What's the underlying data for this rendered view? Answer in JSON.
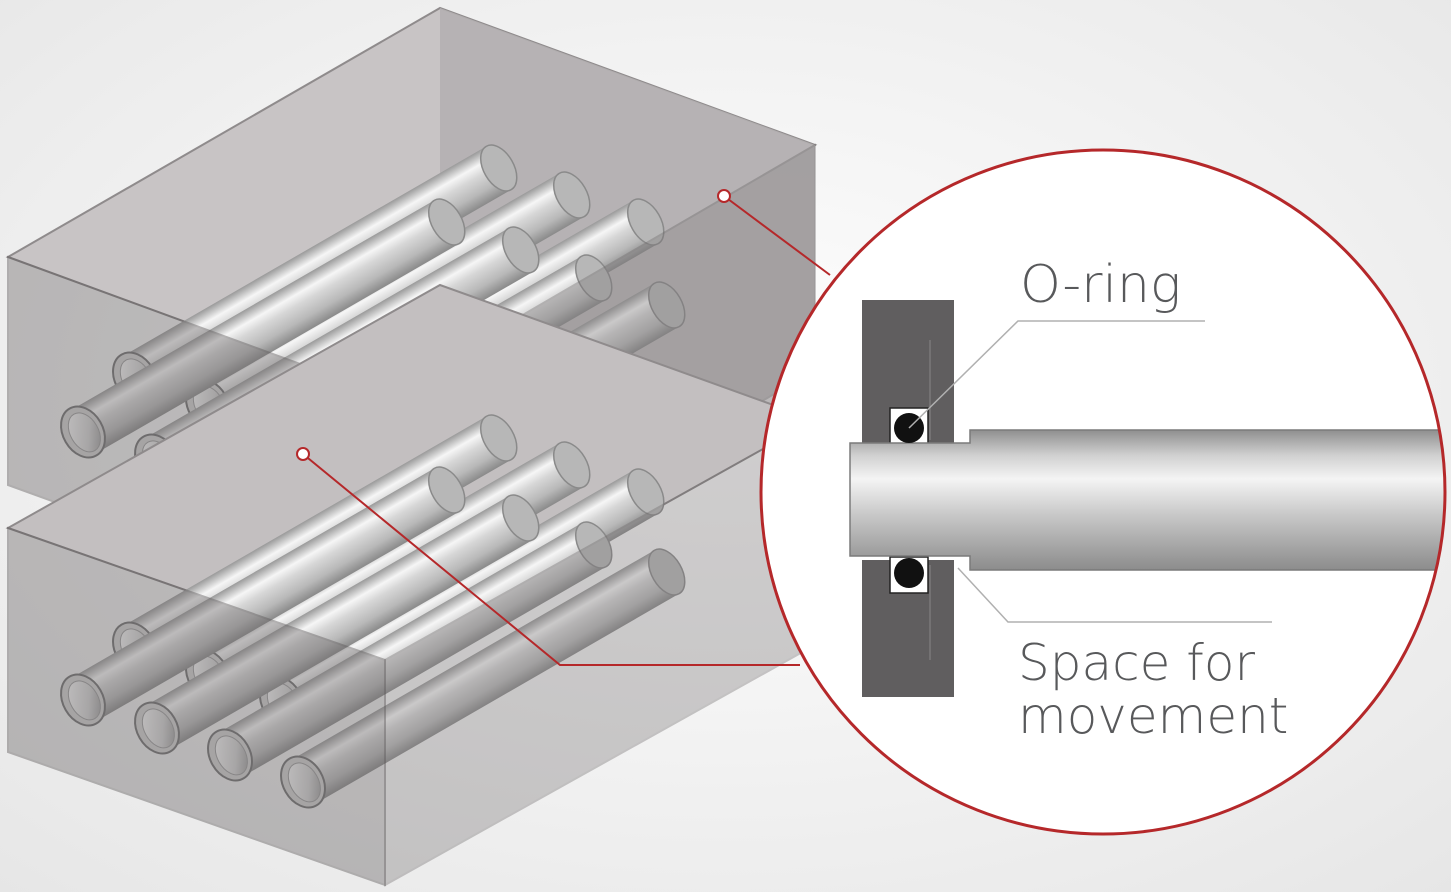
{
  "labels": {
    "oring": "O-ring",
    "space_line1": "Space for",
    "space_line2": "movement"
  },
  "colors": {
    "background": "#f2f2f2",
    "accent_red": "#b5282a",
    "housing_gray": "#605e5f",
    "tube_light": "#f4f4f4",
    "tube_mid": "#bdbdbd",
    "tube_dark": "#8c8c8c",
    "oring_black": "#111111",
    "leader_gray": "#b0b0b0",
    "label_gray": "#58595b"
  },
  "icons": {
    "heat_exchanger": "tube-bundle-module",
    "seal_detail": "magnified-seal-cross-section"
  }
}
